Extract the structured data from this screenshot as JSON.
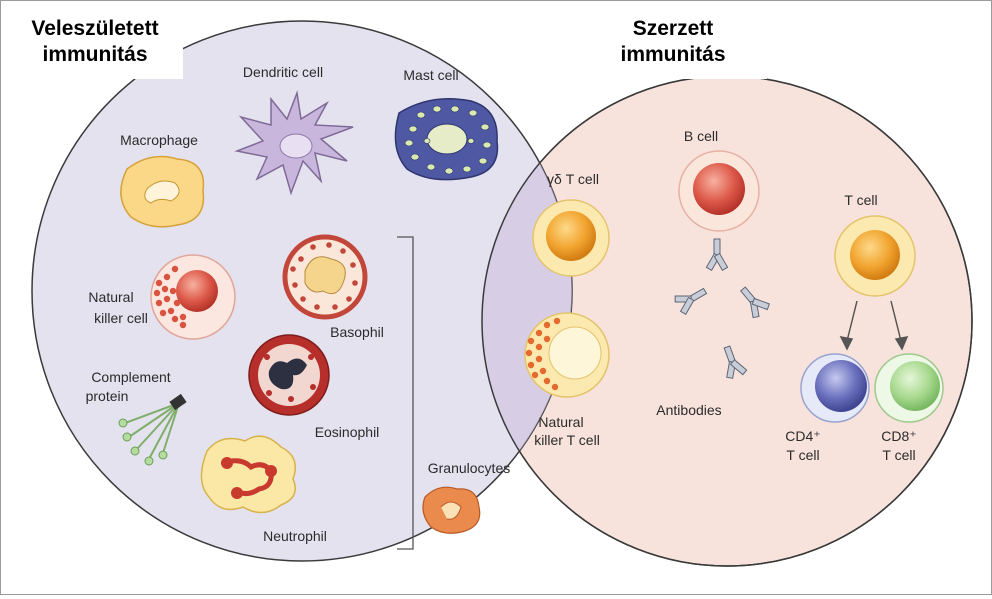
{
  "innate_title": [
    "Veleszületett",
    "immunitás"
  ],
  "adaptive_title": [
    "Szerzett",
    "immunitás"
  ],
  "cells": {
    "dendritic": "Dendritic cell",
    "mast": "Mast cell",
    "macrophage": "Macrophage",
    "nk": [
      "Natural",
      "killer cell"
    ],
    "basophil": "Basophil",
    "complement": [
      "Complement",
      "protein"
    ],
    "eosinophil": "Eosinophil",
    "neutrophil": "Neutrophil",
    "granulocytes": "Granulocytes",
    "gd_t": "γδ T cell",
    "nkt": [
      "Natural",
      "killer T cell"
    ],
    "b_cell": "B cell",
    "antibodies": "Antibodies",
    "t_cell": "T cell",
    "cd4": [
      "CD4⁺",
      "T cell"
    ],
    "cd8": [
      "CD8⁺",
      "T cell"
    ]
  },
  "colors": {
    "innate_fill": "#e4e2ef",
    "adaptive_fill": "#f8e3dc",
    "overlap_fill": "#d6cbe2",
    "outline": "#3a3a3a"
  }
}
